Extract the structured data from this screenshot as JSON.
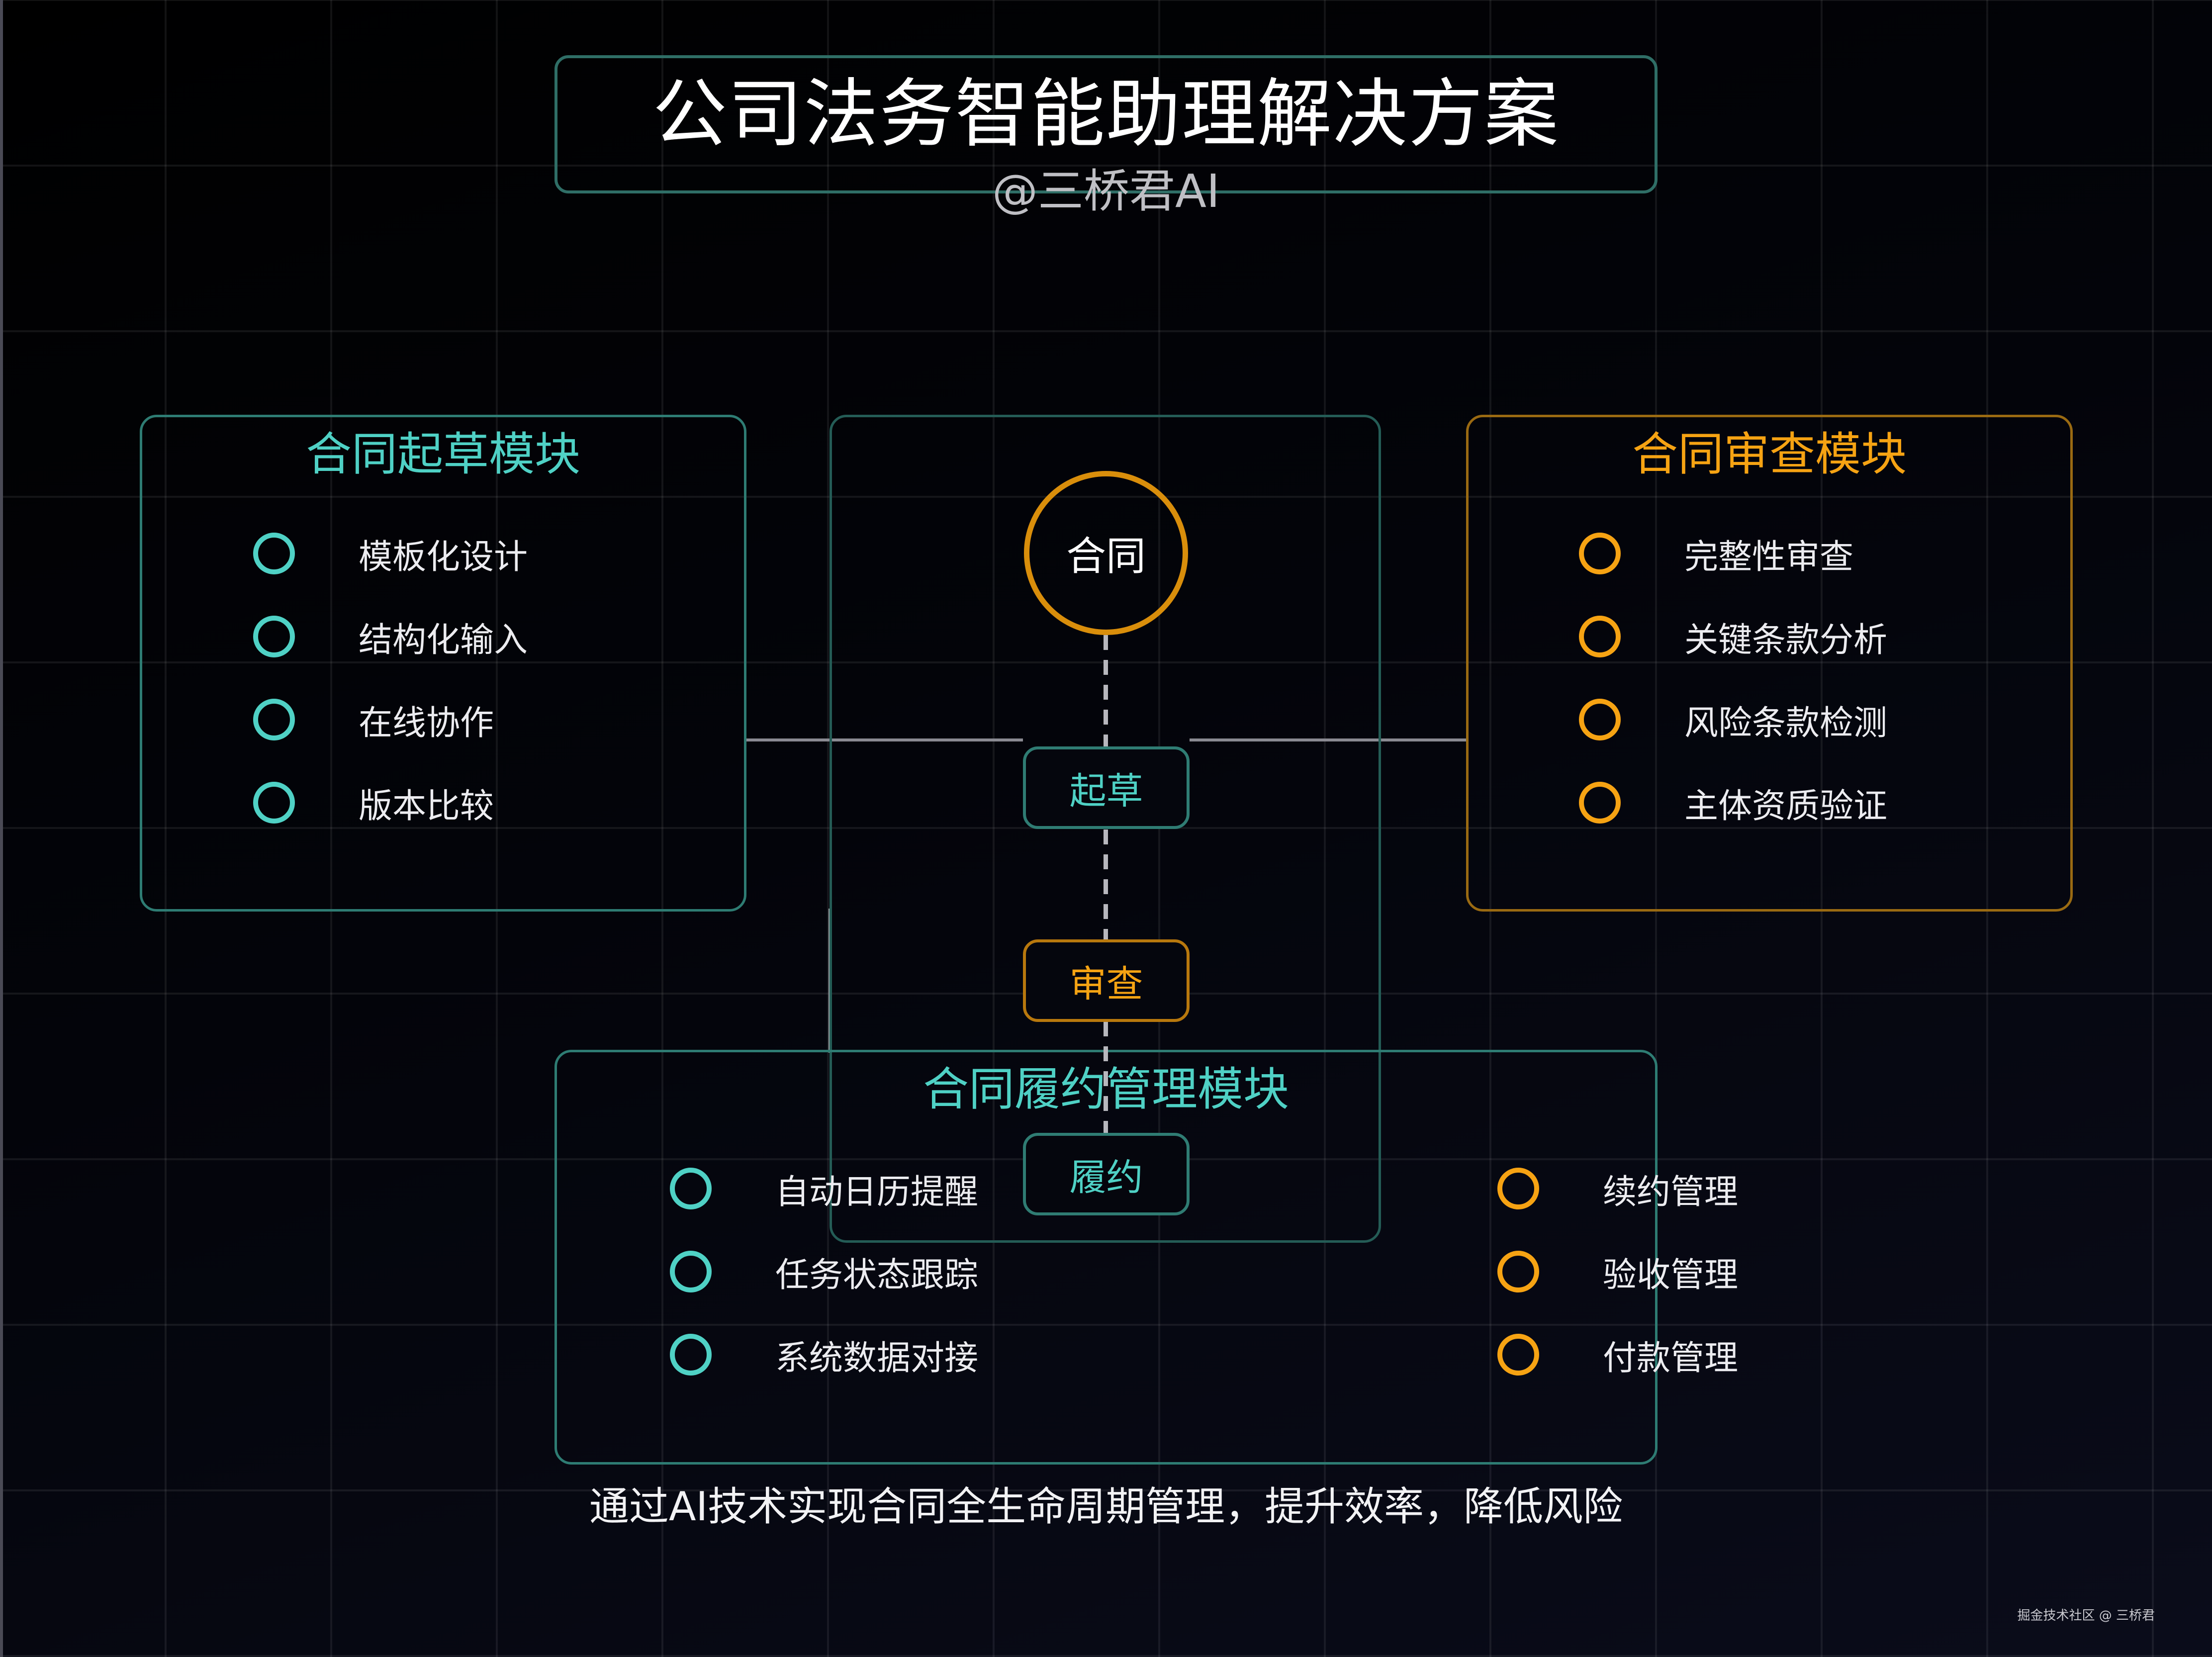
{
  "header": {
    "title": "公司法务智能助理解决方案",
    "subtitle": "@三桥君AI"
  },
  "colors": {
    "teal": "#4fd1c5",
    "orange": "#f6a313",
    "background": "#03040a"
  },
  "modules": {
    "drafting": {
      "title": "合同起草模块",
      "color": "teal",
      "items": [
        "模板化设计",
        "结构化输入",
        "在线协作",
        "版本比较"
      ]
    },
    "review": {
      "title": "合同审查模块",
      "color": "orange",
      "items": [
        "完整性审查",
        "关键条款分析",
        "风险条款检测",
        "主体资质验证"
      ]
    },
    "performance": {
      "title": "合同履约管理模块",
      "left_items": [
        "自动日历提醒",
        "任务状态跟踪",
        "系统数据对接"
      ],
      "right_items": [
        "续约管理",
        "验收管理",
        "付款管理"
      ]
    }
  },
  "flow": {
    "hub": "合同",
    "stages": [
      {
        "label": "起草",
        "color": "teal"
      },
      {
        "label": "审查",
        "color": "orange"
      },
      {
        "label": "履约",
        "color": "teal"
      }
    ]
  },
  "footer": {
    "caption": "通过AI技术实现合同全生命周期管理，提升效率，降低风险",
    "watermark": "掘金技术社区 @ 三桥君"
  }
}
